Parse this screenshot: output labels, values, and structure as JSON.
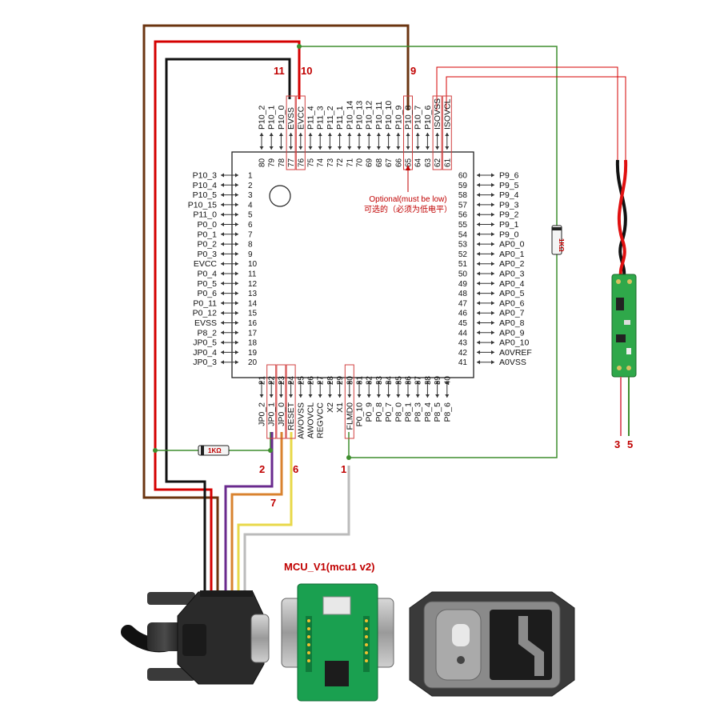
{
  "chip": {
    "left_pins": [
      {
        "num": "1",
        "label": "P10_3"
      },
      {
        "num": "2",
        "label": "P10_4"
      },
      {
        "num": "3",
        "label": "P10_5"
      },
      {
        "num": "4",
        "label": "P10_15"
      },
      {
        "num": "5",
        "label": "P11_0"
      },
      {
        "num": "6",
        "label": "P0_0"
      },
      {
        "num": "7",
        "label": "P0_1"
      },
      {
        "num": "8",
        "label": "P0_2"
      },
      {
        "num": "9",
        "label": "P0_3"
      },
      {
        "num": "10",
        "label": "EVCC"
      },
      {
        "num": "11",
        "label": "P0_4"
      },
      {
        "num": "12",
        "label": "P0_5"
      },
      {
        "num": "13",
        "label": "P0_6"
      },
      {
        "num": "14",
        "label": "P0_11"
      },
      {
        "num": "15",
        "label": "P0_12"
      },
      {
        "num": "16",
        "label": "EVSS"
      },
      {
        "num": "17",
        "label": "P8_2"
      },
      {
        "num": "18",
        "label": "JP0_5"
      },
      {
        "num": "19",
        "label": "JP0_4"
      },
      {
        "num": "20",
        "label": "JP0_3"
      }
    ],
    "right_pins": [
      {
        "num": "60",
        "label": "P9_6"
      },
      {
        "num": "59",
        "label": "P9_5"
      },
      {
        "num": "58",
        "label": "P9_4"
      },
      {
        "num": "57",
        "label": "P9_3"
      },
      {
        "num": "56",
        "label": "P9_2"
      },
      {
        "num": "55",
        "label": "P9_1"
      },
      {
        "num": "54",
        "label": "P9_0"
      },
      {
        "num": "53",
        "label": "AP0_0"
      },
      {
        "num": "52",
        "label": "AP0_1"
      },
      {
        "num": "51",
        "label": "AP0_2"
      },
      {
        "num": "50",
        "label": "AP0_3"
      },
      {
        "num": "49",
        "label": "AP0_4"
      },
      {
        "num": "48",
        "label": "AP0_5"
      },
      {
        "num": "47",
        "label": "AP0_6"
      },
      {
        "num": "46",
        "label": "AP0_7"
      },
      {
        "num": "45",
        "label": "AP0_8"
      },
      {
        "num": "44",
        "label": "AP0_9"
      },
      {
        "num": "43",
        "label": "AP0_10"
      },
      {
        "num": "42",
        "label": "A0VREF"
      },
      {
        "num": "41",
        "label": "A0VSS"
      }
    ],
    "top_pins": [
      {
        "num": "80",
        "label": "P10_2"
      },
      {
        "num": "79",
        "label": "P10_1"
      },
      {
        "num": "78",
        "label": "P10_0"
      },
      {
        "num": "77",
        "label": "EVSS",
        "hl": true
      },
      {
        "num": "76",
        "label": "EVCC",
        "hl": true
      },
      {
        "num": "75",
        "label": "P11_4"
      },
      {
        "num": "74",
        "label": "P11_3"
      },
      {
        "num": "73",
        "label": "P11_2"
      },
      {
        "num": "72",
        "label": "P11_1"
      },
      {
        "num": "71",
        "label": "P10_14"
      },
      {
        "num": "70",
        "label": "P10_13"
      },
      {
        "num": "69",
        "label": "P10_12"
      },
      {
        "num": "68",
        "label": "P10_11"
      },
      {
        "num": "67",
        "label": "P10_10"
      },
      {
        "num": "66",
        "label": "P10_9"
      },
      {
        "num": "65",
        "label": "P10_8",
        "hl": true
      },
      {
        "num": "64",
        "label": "P10_7"
      },
      {
        "num": "63",
        "label": "P10_6"
      },
      {
        "num": "62",
        "label": "ISOVSS",
        "hl": true
      },
      {
        "num": "61",
        "label": "ISOVCL",
        "hl": true
      }
    ],
    "bottom_pins": [
      {
        "num": "21",
        "label": "JP0_2"
      },
      {
        "num": "22",
        "label": "JP0_1",
        "hl": true
      },
      {
        "num": "23",
        "label": "JP0_0",
        "hl": true
      },
      {
        "num": "24",
        "label": "RESET",
        "hl": true
      },
      {
        "num": "25",
        "label": "AWOVSS"
      },
      {
        "num": "26",
        "label": "AWOVCL"
      },
      {
        "num": "27",
        "label": "REGVCC"
      },
      {
        "num": "28",
        "label": "X2"
      },
      {
        "num": "29",
        "label": "X1"
      },
      {
        "num": "30",
        "label": "FLMD0",
        "hl": true
      },
      {
        "num": "31",
        "label": "P0_10"
      },
      {
        "num": "32",
        "label": "P0_9"
      },
      {
        "num": "33",
        "label": "P0_8"
      },
      {
        "num": "34",
        "label": "P0_7"
      },
      {
        "num": "35",
        "label": "P8_0"
      },
      {
        "num": "36",
        "label": "P8_1"
      },
      {
        "num": "37",
        "label": "P8_3"
      },
      {
        "num": "38",
        "label": "P8_4"
      },
      {
        "num": "39",
        "label": "P8_5"
      },
      {
        "num": "40",
        "label": "P8_6"
      }
    ]
  },
  "wire_numbers": {
    "w11": "11",
    "w10": "10",
    "w9": "9",
    "w2": "2",
    "w6": "6",
    "w7": "7",
    "w1": "1",
    "w3": "3",
    "w5": "5"
  },
  "note": {
    "line1": "Optional(must be low)",
    "line2": "可选的（必须为低电平）"
  },
  "resistors": {
    "r1": "1KΩ",
    "r2": "1KΩ"
  },
  "adapter_title": "MCU_V1(mcu1 v2)",
  "colors": {
    "brown": "#6b3510",
    "red": "#d40000",
    "black": "#111111",
    "green": "#3e8e2e",
    "purple": "#6a2b8e",
    "orange": "#d9832f",
    "yellow": "#e8d84a",
    "gray": "#bbbbbb",
    "pink": "#e06070",
    "highlight": "#d04040"
  }
}
